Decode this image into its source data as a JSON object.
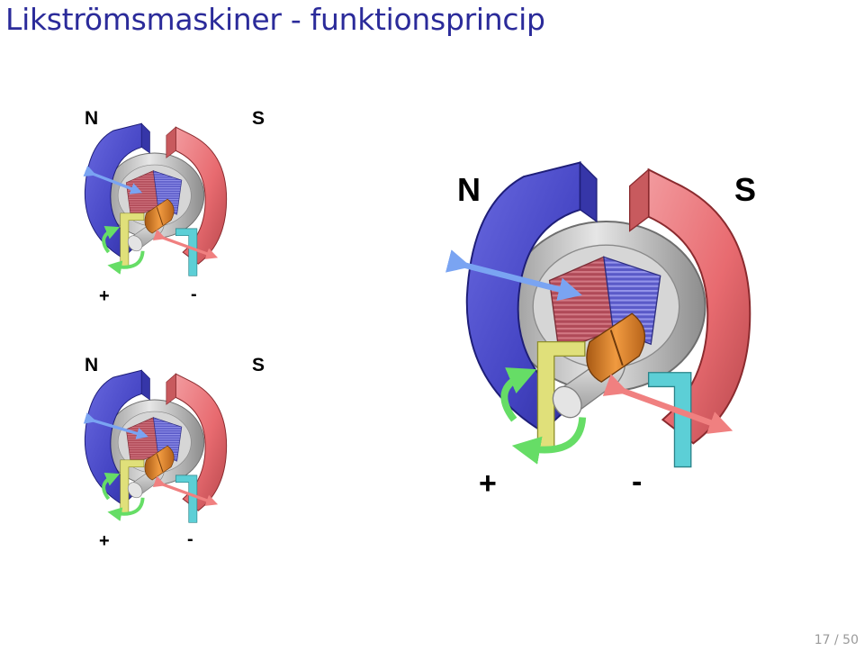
{
  "title": "Likströmsmaskiner - funktionsprincip",
  "page_number": "17 / 50",
  "colors": {
    "title": "#2b2b9a",
    "north_pole": "#4848c8",
    "south_pole": "#e86b70",
    "commutator": "#d8741c",
    "brush_plus": "#e0e07a",
    "brush_minus": "#5ccfd6",
    "rotation_arrow": "#66dd66",
    "force_arrow_blue": "#7aa4f2",
    "force_arrow_red": "#f08080"
  },
  "motors": [
    {
      "id": "motor-top-left",
      "north_label": "N",
      "south_label": "S",
      "plus_label": "+",
      "minus_label": "-"
    },
    {
      "id": "motor-bottom-left",
      "north_label": "N",
      "south_label": "S",
      "plus_label": "+",
      "minus_label": "-"
    },
    {
      "id": "motor-large-right",
      "north_label": "N",
      "south_label": "S",
      "plus_label": "+",
      "minus_label": "-"
    }
  ]
}
